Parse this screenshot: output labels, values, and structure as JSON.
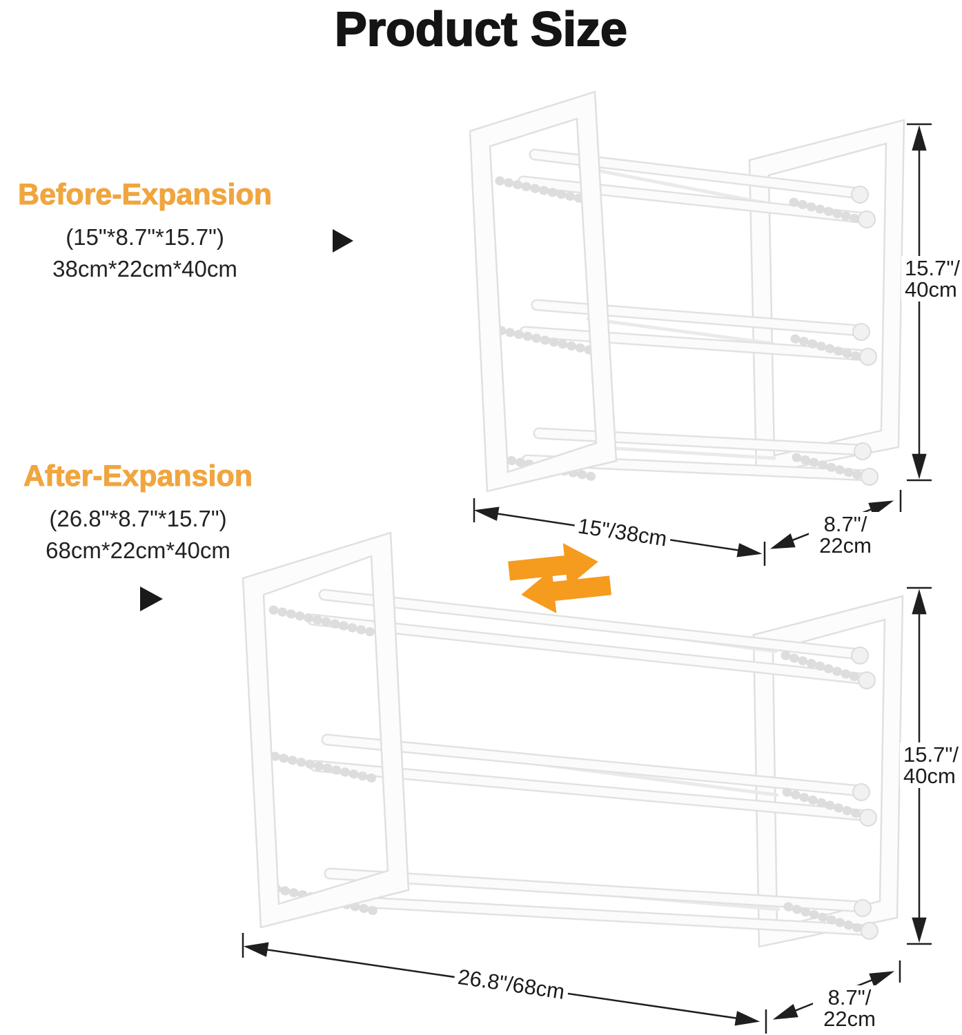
{
  "title": "Product Size",
  "colors": {
    "accent": "#F0A53E",
    "swap_arrow": "#F59B1E",
    "ink": "#1C1C1C",
    "product_fill": "#FCFCFC",
    "product_line": "#E0E0E0"
  },
  "before_block": {
    "heading": "Before-Expansion",
    "size_inches": "(15\"*8.7\"*15.7\")",
    "size_cm": "38cm*22cm*40cm"
  },
  "after_block": {
    "heading": "After-Expansion",
    "size_inches": "(26.8\"*8.7\"*15.7\")",
    "size_cm": "68cm*22cm*40cm"
  },
  "dimensions": {
    "before_rack": {
      "width": "15\"/38cm",
      "depth_line1": "8.7\"/",
      "depth_line2": "22cm",
      "height_line1": "15.7\"/",
      "height_line2": "40cm"
    },
    "after_rack": {
      "width": "26.8\"/68cm",
      "depth_line1": "8.7\"/",
      "depth_line2": "22cm",
      "height_line1": "15.7\"/",
      "height_line2": "40cm"
    }
  }
}
